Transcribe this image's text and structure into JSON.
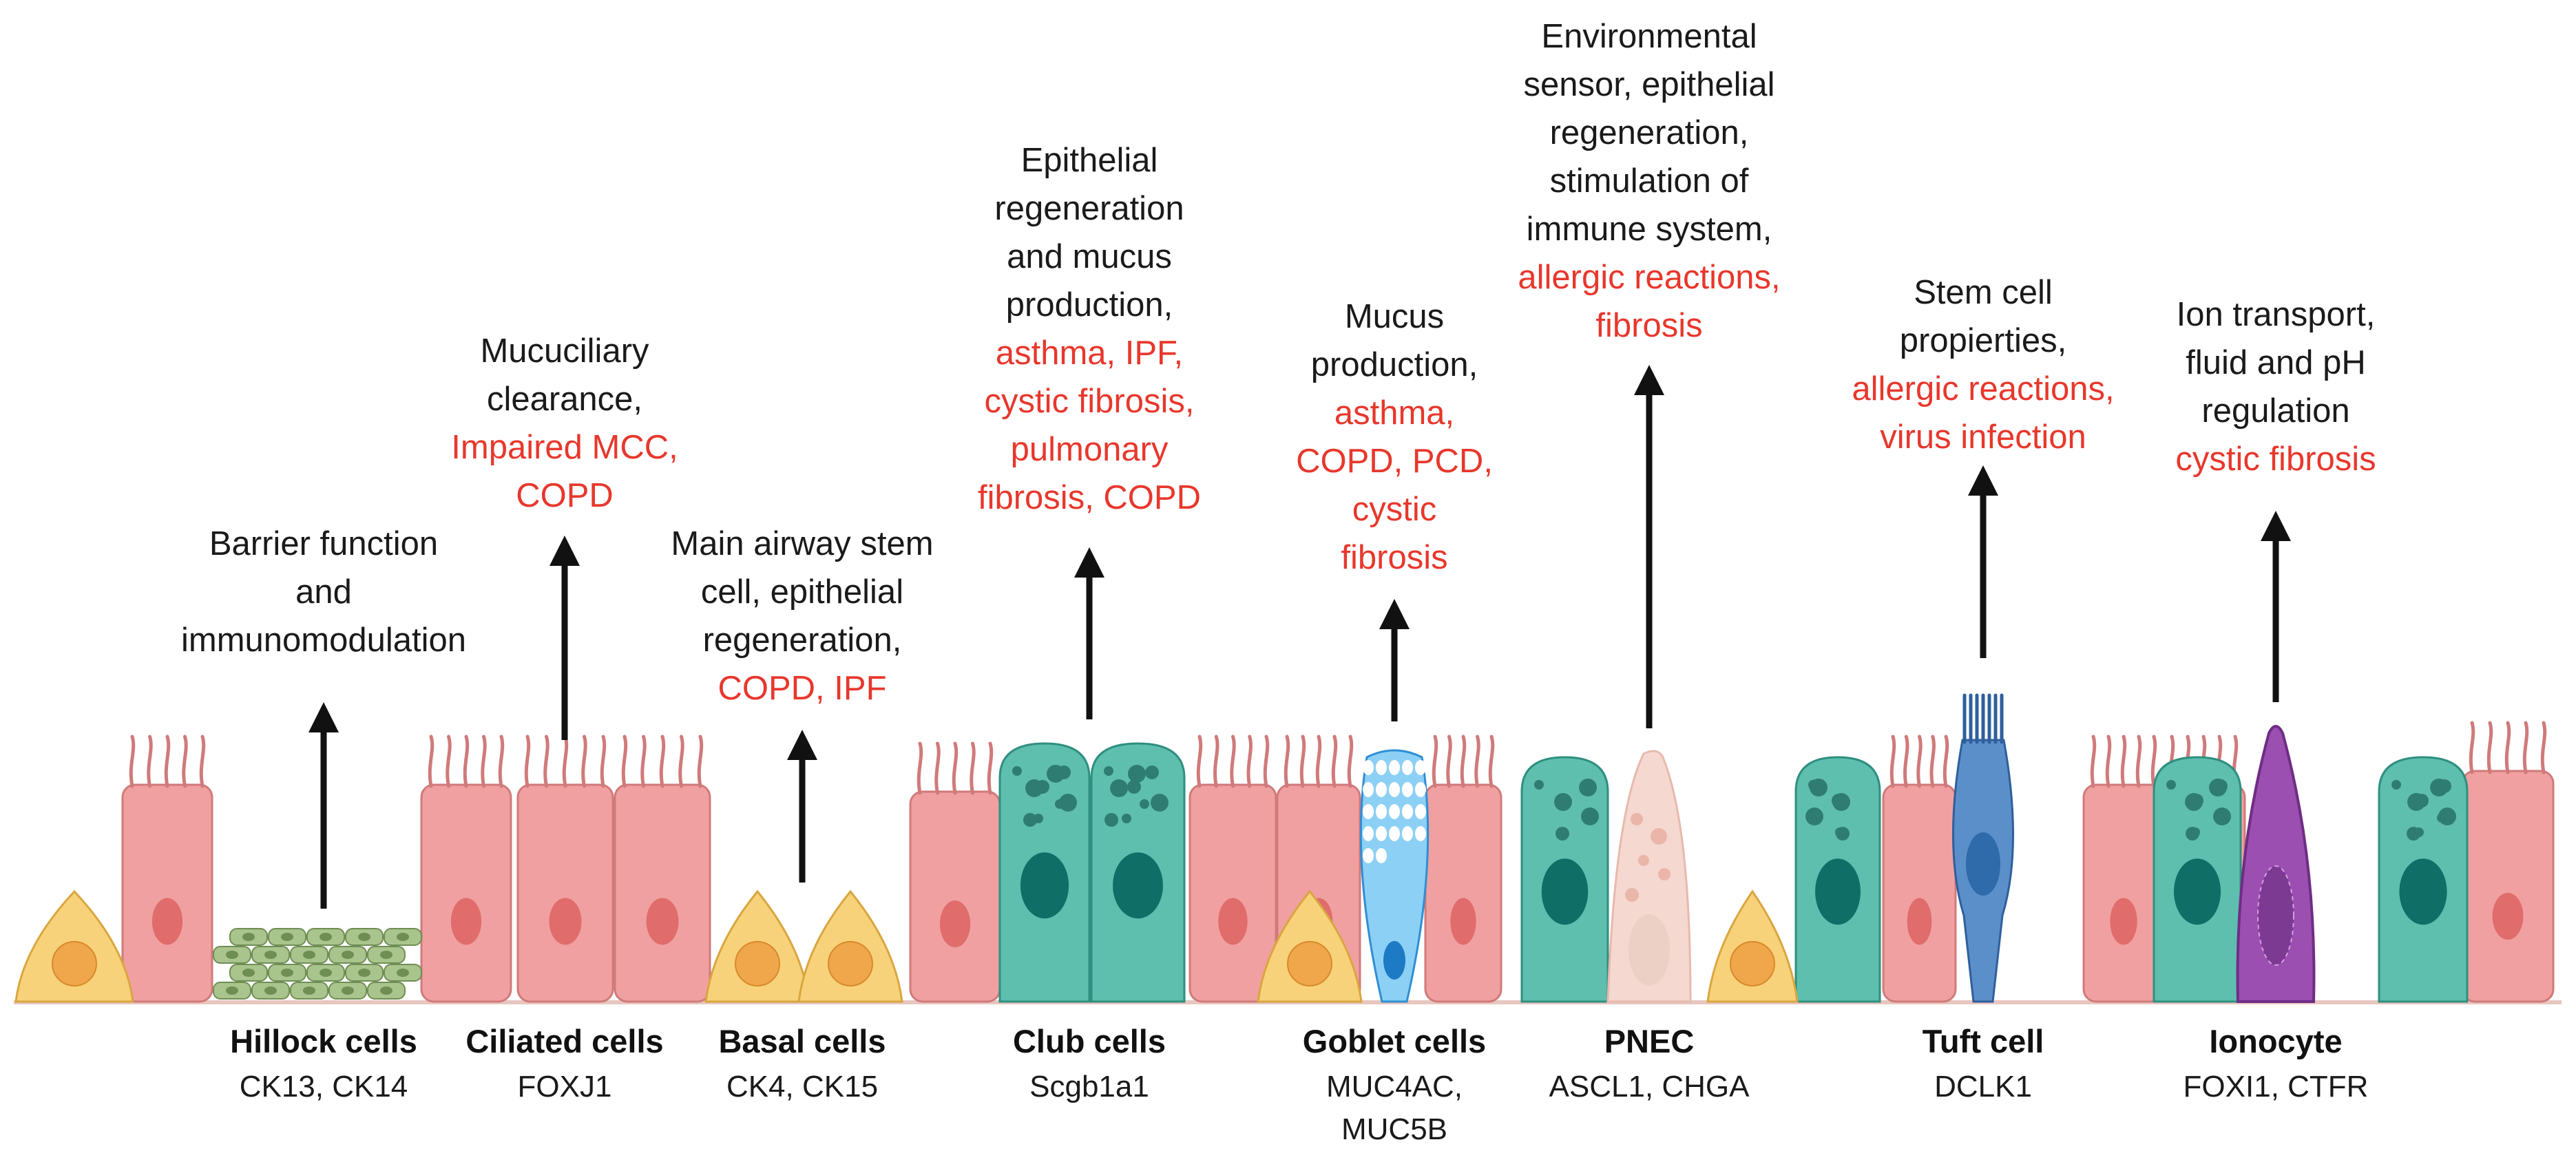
{
  "cell_types": [
    {
      "id": "hillock",
      "name": "Hillock cells",
      "markers": [
        "CK13, CK14"
      ],
      "function_lines": [
        "Barrier function",
        "and",
        "immunomodulation"
      ],
      "disease_lines": []
    },
    {
      "id": "ciliated",
      "name": "Ciliated cells",
      "markers": [
        "FOXJ1"
      ],
      "function_lines": [
        "Mucuciliary",
        "clearance,"
      ],
      "disease_lines": [
        "Impaired MCC,",
        "COPD"
      ]
    },
    {
      "id": "basal",
      "name": "Basal cells",
      "markers": [
        "CK4, CK15"
      ],
      "function_lines": [
        "Main airway stem",
        "cell, epithelial",
        "regeneration,"
      ],
      "disease_lines": [
        "COPD, IPF"
      ]
    },
    {
      "id": "club",
      "name": "Club cells",
      "markers": [
        "Scgb1a1"
      ],
      "function_lines": [
        "Epithelial",
        "regeneration",
        "and mucus",
        "production,"
      ],
      "disease_lines": [
        "asthma, IPF,",
        "cystic fibrosis,",
        "pulmonary",
        "fibrosis, COPD"
      ]
    },
    {
      "id": "goblet",
      "name": "Goblet cells",
      "markers": [
        "MUC4AC,",
        "MUC5B"
      ],
      "function_lines": [
        "Mucus",
        "production,"
      ],
      "disease_lines": [
        "asthma,",
        "COPD, PCD,",
        "cystic",
        "fibrosis"
      ]
    },
    {
      "id": "pnec",
      "name": "PNEC",
      "markers": [
        "ASCL1, CHGA"
      ],
      "function_lines": [
        "Environmental",
        "sensor, epithelial",
        "regeneration,",
        "stimulation of",
        "immune system,"
      ],
      "disease_lines": [
        "allergic reactions,",
        "fibrosis"
      ]
    },
    {
      "id": "tuft",
      "name": "Tuft cell",
      "markers": [
        "DCLK1"
      ],
      "function_lines": [
        "Stem cell",
        "propierties,"
      ],
      "disease_lines": [
        "allergic reactions,",
        "virus infection"
      ]
    },
    {
      "id": "ionocyte",
      "name": "Ionocyte",
      "markers": [
        "FOXI1, CTFR"
      ],
      "function_lines": [
        "Ion transport,",
        "fluid and pH",
        "regulation"
      ],
      "disease_lines": [
        "cystic fibrosis"
      ]
    }
  ],
  "colors": {
    "text": "#1a1a1a",
    "disease": "#e8372c",
    "ciliated_cell": "#f0a0a0",
    "ciliated_nucleus": "#e06c6c",
    "basal_cell": "#f8d27a",
    "basal_nucleus": "#f0a64a",
    "club_goblet_secretory": "#5fbfae",
    "club_nucleus": "#0f6e66",
    "hillock_cell": "#a9c48d",
    "goblet_cell": "#8dd0f5",
    "pnec_cell": "#f5d8d0",
    "tuft_cell": "#5b8fc9",
    "ionocyte_cell": "#9b4fb0",
    "arrow": "#111111"
  }
}
